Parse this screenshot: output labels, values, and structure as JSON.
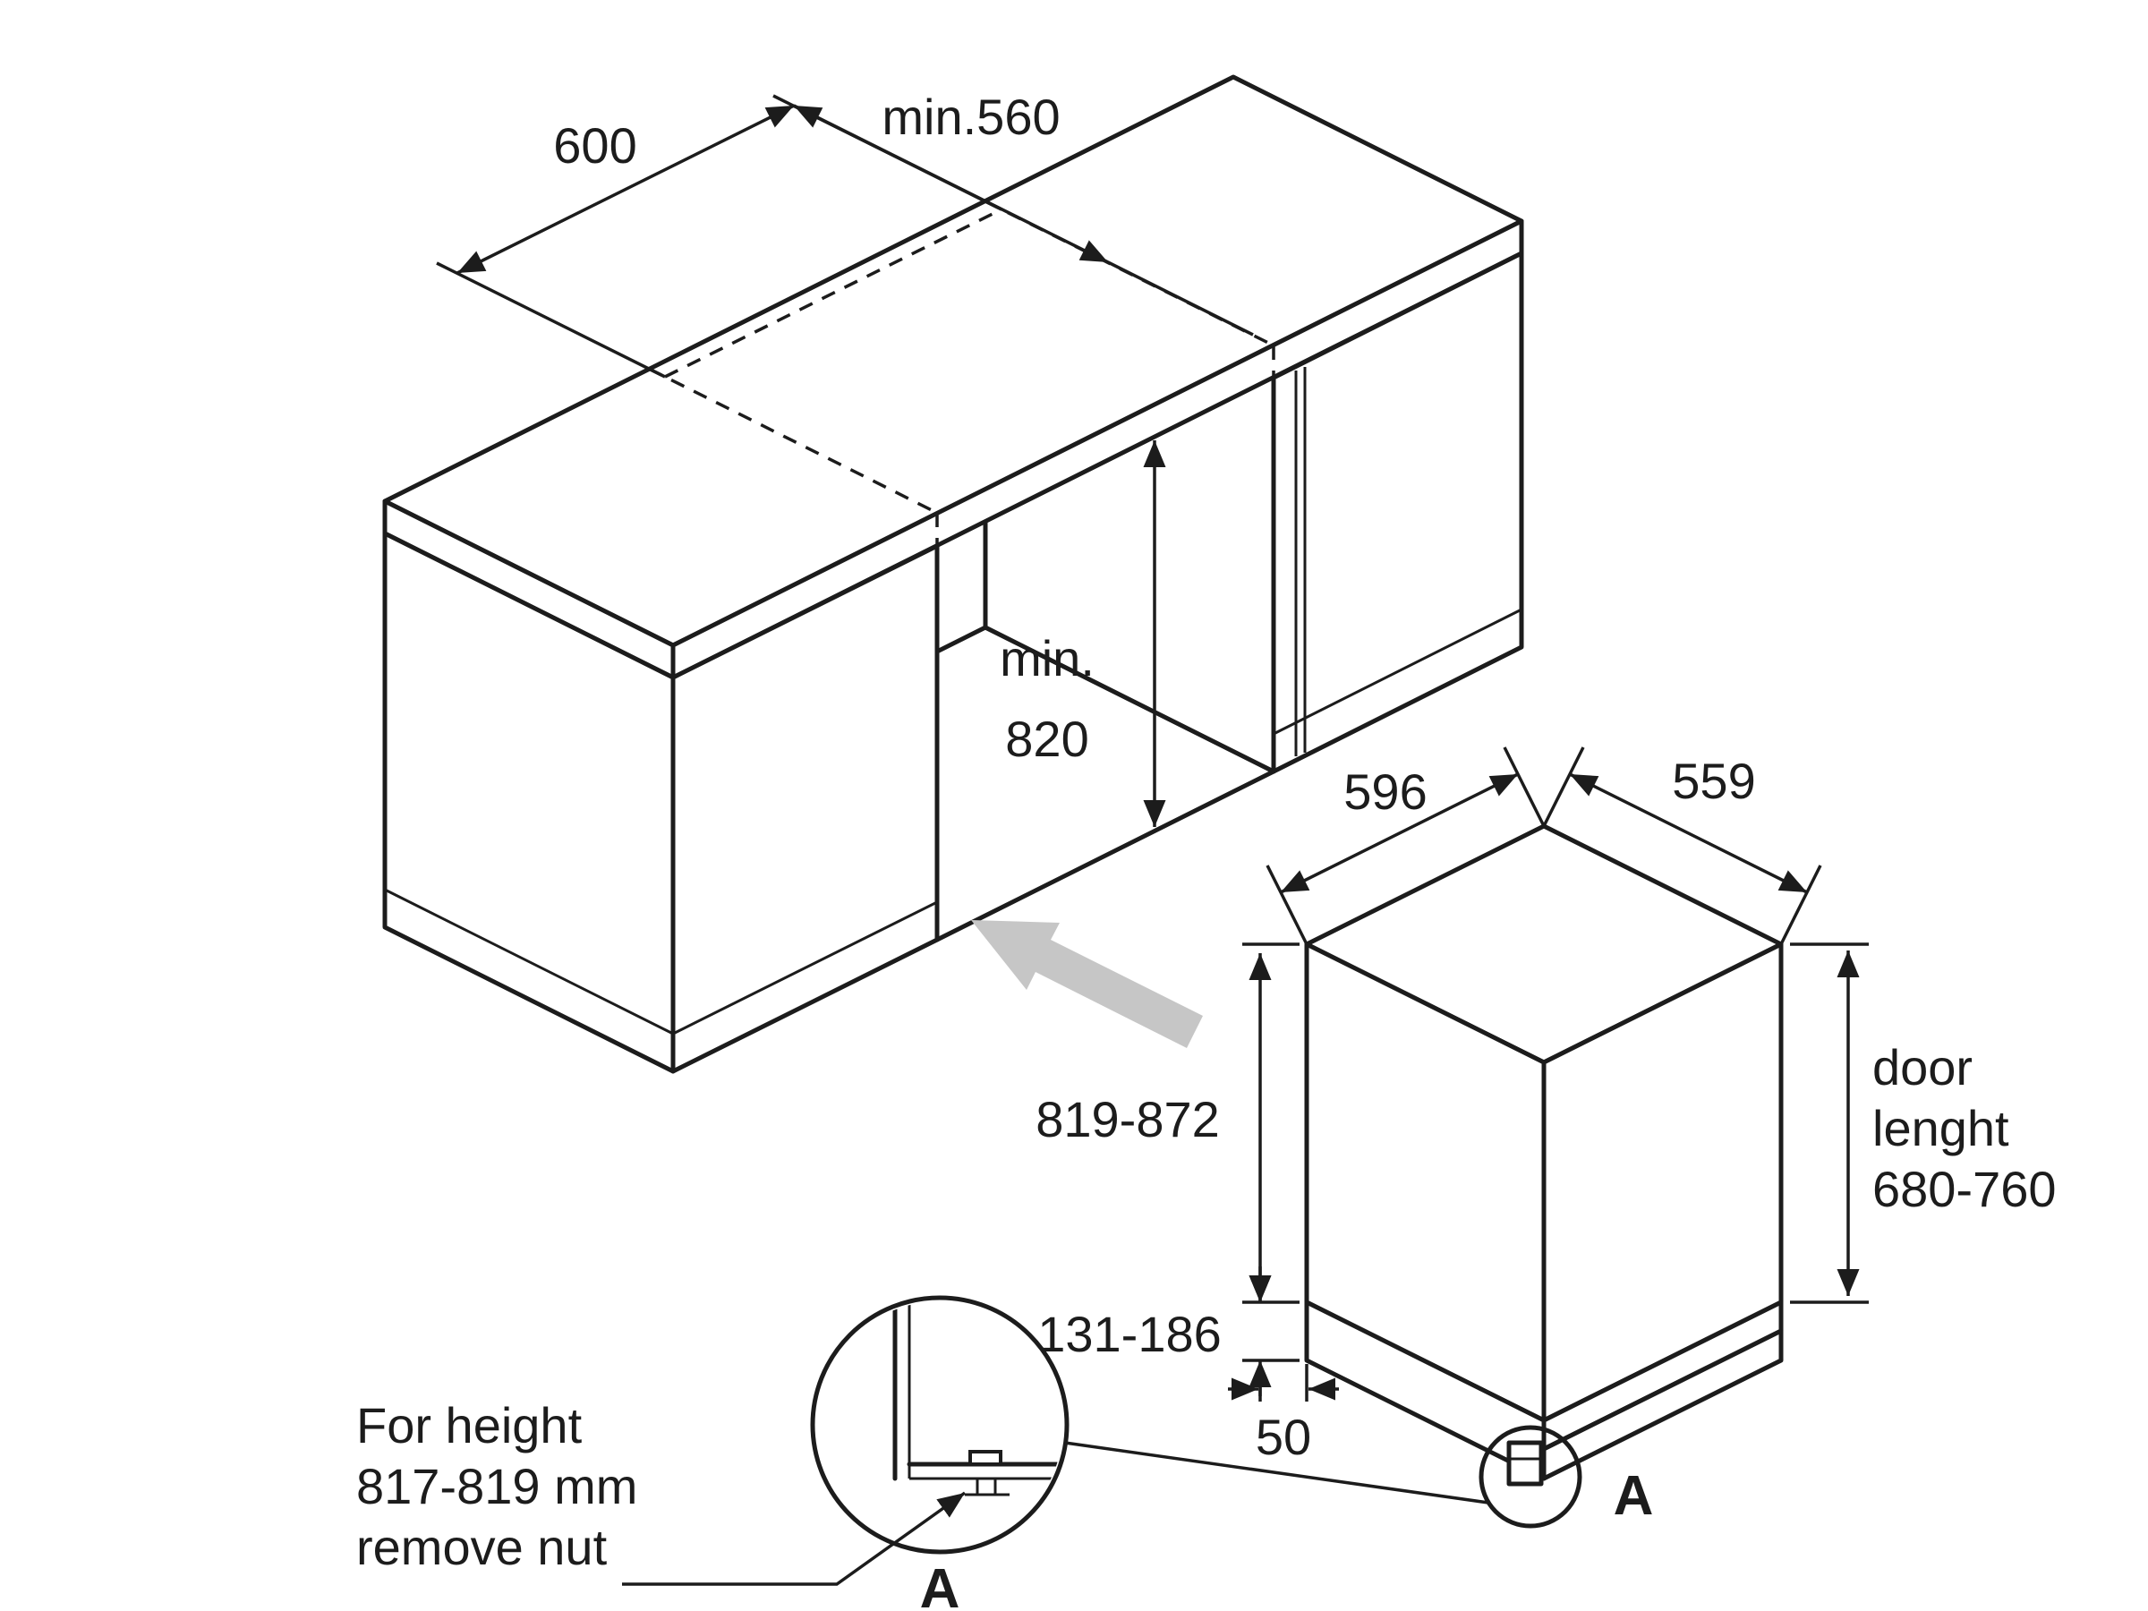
{
  "cabinet": {
    "niche_width": "600",
    "niche_depth": "min.560",
    "niche_height_prefix": "min.",
    "niche_height": "820"
  },
  "dishwasher": {
    "width": "596",
    "depth": "559",
    "height": "819-872",
    "adjust_range": "131-186",
    "foot_offset": "50",
    "door_word1": "door",
    "door_word2": "lenght",
    "door_range": "680-760",
    "detail_marker": "A"
  },
  "detail": {
    "note_line1": "For height",
    "note_line2": "817-819 mm",
    "note_line3": "remove nut",
    "marker": "A"
  },
  "colors": {
    "line": "#1c1c1c",
    "dw_top": "#b5b5b5",
    "dw_side": "#9a9a9a",
    "dw_door": "#a7a7a7",
    "dw_plinth": "#d6d6d6",
    "arrow": "#c6c6c6"
  }
}
